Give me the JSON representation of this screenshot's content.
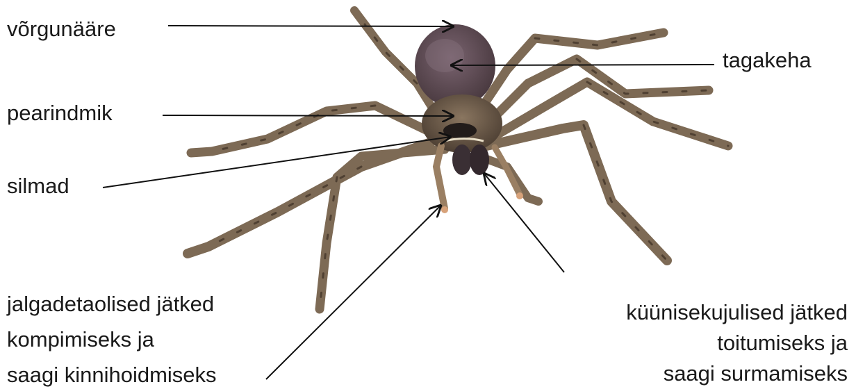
{
  "diagram": {
    "colors": {
      "background": "#ffffff",
      "text": "#1a1a1a",
      "line": "#111111",
      "spider_body": "#6b5846",
      "spider_abdomen": "#5e4a52",
      "spider_leg": "#7d6a55",
      "spider_tip": "#d7a27a"
    },
    "labels": {
      "spinneret": "võrgunääre",
      "abdomen": "tagakeha",
      "cephalothorax": "pearindmik",
      "eyes": "silmad",
      "pedipalps": [
        "jalgadetaolised jätked",
        "kompimiseks ja",
        "saagi kinnihoidmiseks"
      ],
      "chelicerae": [
        "küünisekujulised jätked",
        "toitumiseks ja",
        "saagi surmamiseks"
      ]
    }
  }
}
